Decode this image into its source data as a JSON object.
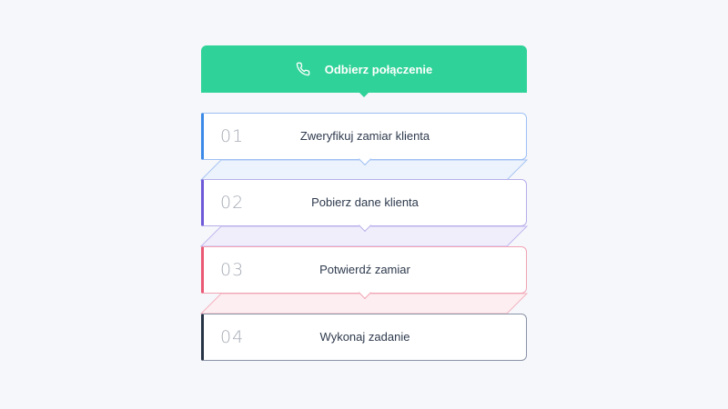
{
  "header": {
    "icon": "phone-icon",
    "label": "Odbierz połączenie",
    "color": "#2fd298"
  },
  "steps": [
    {
      "number": "01",
      "label": "Zweryfikuj zamiar klienta",
      "accent": "#3c8ae8"
    },
    {
      "number": "02",
      "label": "Pobierz dane klienta",
      "accent": "#6e5ad8"
    },
    {
      "number": "03",
      "label": "Potwierdź zamiar",
      "accent": "#ea5874"
    },
    {
      "number": "04",
      "label": "Wykonaj zadanie",
      "accent": "#263345"
    }
  ]
}
